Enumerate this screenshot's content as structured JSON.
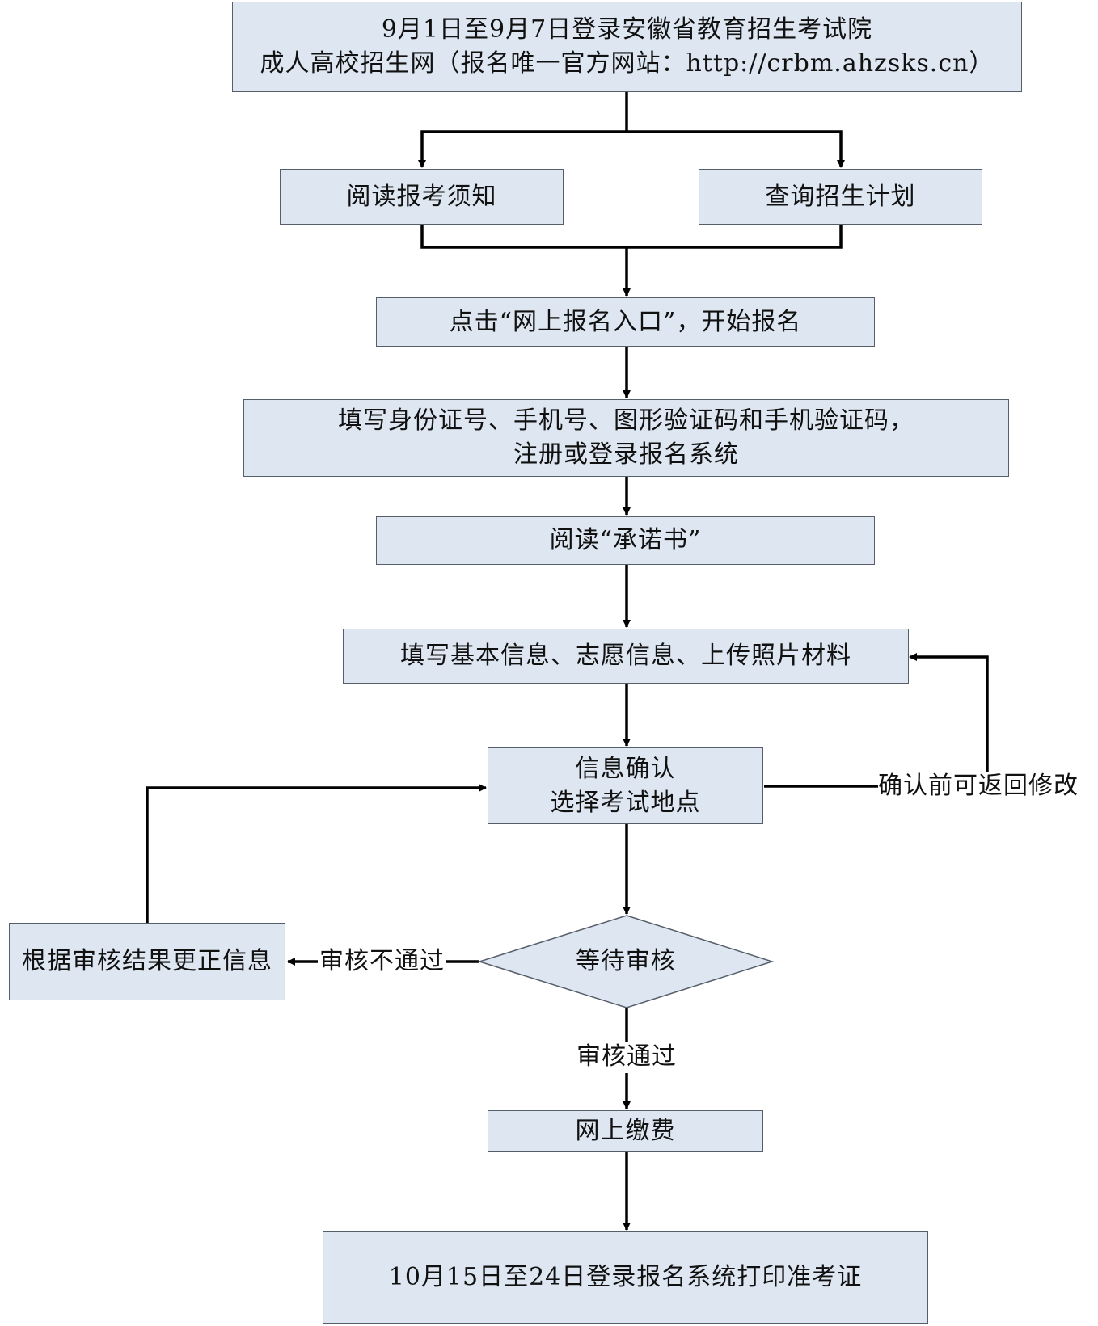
{
  "nodes": {
    "start": [
      "9月1日至9月7日登录安徽省教育招生考试院",
      "成人高校招生网（报名唯一官方网站：http://crbm.ahzsks.cn）"
    ],
    "read_notice": "阅读报考须知",
    "query_plan": "查询招生计划",
    "click_entry": "点击“网上报名入口”，开始报名",
    "register": [
      "填写身份证号、手机号、图形验证码和手机验证码，",
      "注册或登录报名系统"
    ],
    "read_promise": "阅读“承诺书”",
    "fill_info": "填写基本信息、志愿信息、上传照片材料",
    "confirm": [
      "信息确认",
      "选择考试地点"
    ],
    "wait_review": "等待审核",
    "correct_info": "根据审核结果更正信息",
    "pay_online": "网上缴费",
    "print_ticket": "10月15日至24日登录报名系统打印准考证"
  },
  "edge_labels": {
    "modify_back": "确认前可返回修改",
    "review_fail": "审核不通过",
    "review_pass": "审核通过"
  },
  "colors": {
    "box_fill": "#dde6f1",
    "box_border": "#555e6a",
    "line": "#000000"
  }
}
